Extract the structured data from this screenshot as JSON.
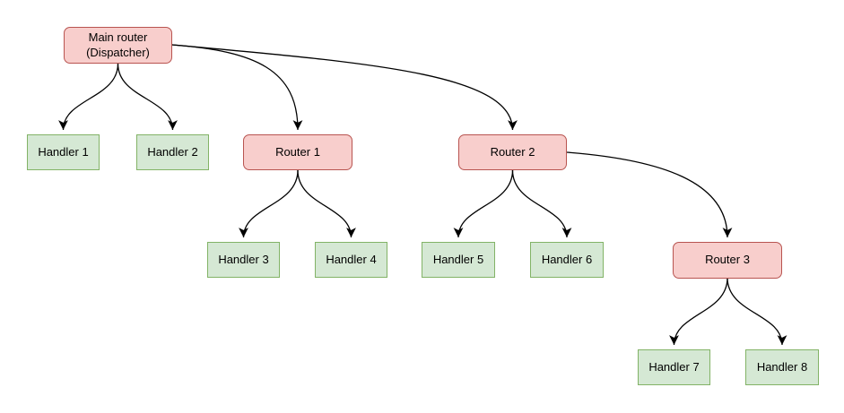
{
  "diagram": {
    "nodes": [
      {
        "id": "main-router",
        "label": "Main router\n(Dispatcher)",
        "type": "router"
      },
      {
        "id": "handler-1",
        "label": "Handler 1",
        "type": "handler"
      },
      {
        "id": "handler-2",
        "label": "Handler 2",
        "type": "handler"
      },
      {
        "id": "router-1",
        "label": "Router 1",
        "type": "router"
      },
      {
        "id": "router-2",
        "label": "Router 2",
        "type": "router"
      },
      {
        "id": "handler-3",
        "label": "Handler 3",
        "type": "handler"
      },
      {
        "id": "handler-4",
        "label": "Handler 4",
        "type": "handler"
      },
      {
        "id": "handler-5",
        "label": "Handler 5",
        "type": "handler"
      },
      {
        "id": "handler-6",
        "label": "Handler 6",
        "type": "handler"
      },
      {
        "id": "router-3",
        "label": "Router 3",
        "type": "router"
      },
      {
        "id": "handler-7",
        "label": "Handler 7",
        "type": "handler"
      },
      {
        "id": "handler-8",
        "label": "Handler 8",
        "type": "handler"
      }
    ],
    "edges": [
      {
        "from": "main-router",
        "to": "handler-1"
      },
      {
        "from": "main-router",
        "to": "handler-2"
      },
      {
        "from": "main-router",
        "to": "router-1"
      },
      {
        "from": "main-router",
        "to": "router-2"
      },
      {
        "from": "router-1",
        "to": "handler-3"
      },
      {
        "from": "router-1",
        "to": "handler-4"
      },
      {
        "from": "router-2",
        "to": "handler-5"
      },
      {
        "from": "router-2",
        "to": "handler-6"
      },
      {
        "from": "router-2",
        "to": "router-3"
      },
      {
        "from": "router-3",
        "to": "handler-7"
      },
      {
        "from": "router-3",
        "to": "handler-8"
      }
    ]
  },
  "colors": {
    "router_fill": "#f8cecc",
    "router_border": "#b85450",
    "handler_fill": "#d5e8d4",
    "handler_border": "#82b366",
    "edge": "#000000",
    "background": "#ffffff"
  }
}
